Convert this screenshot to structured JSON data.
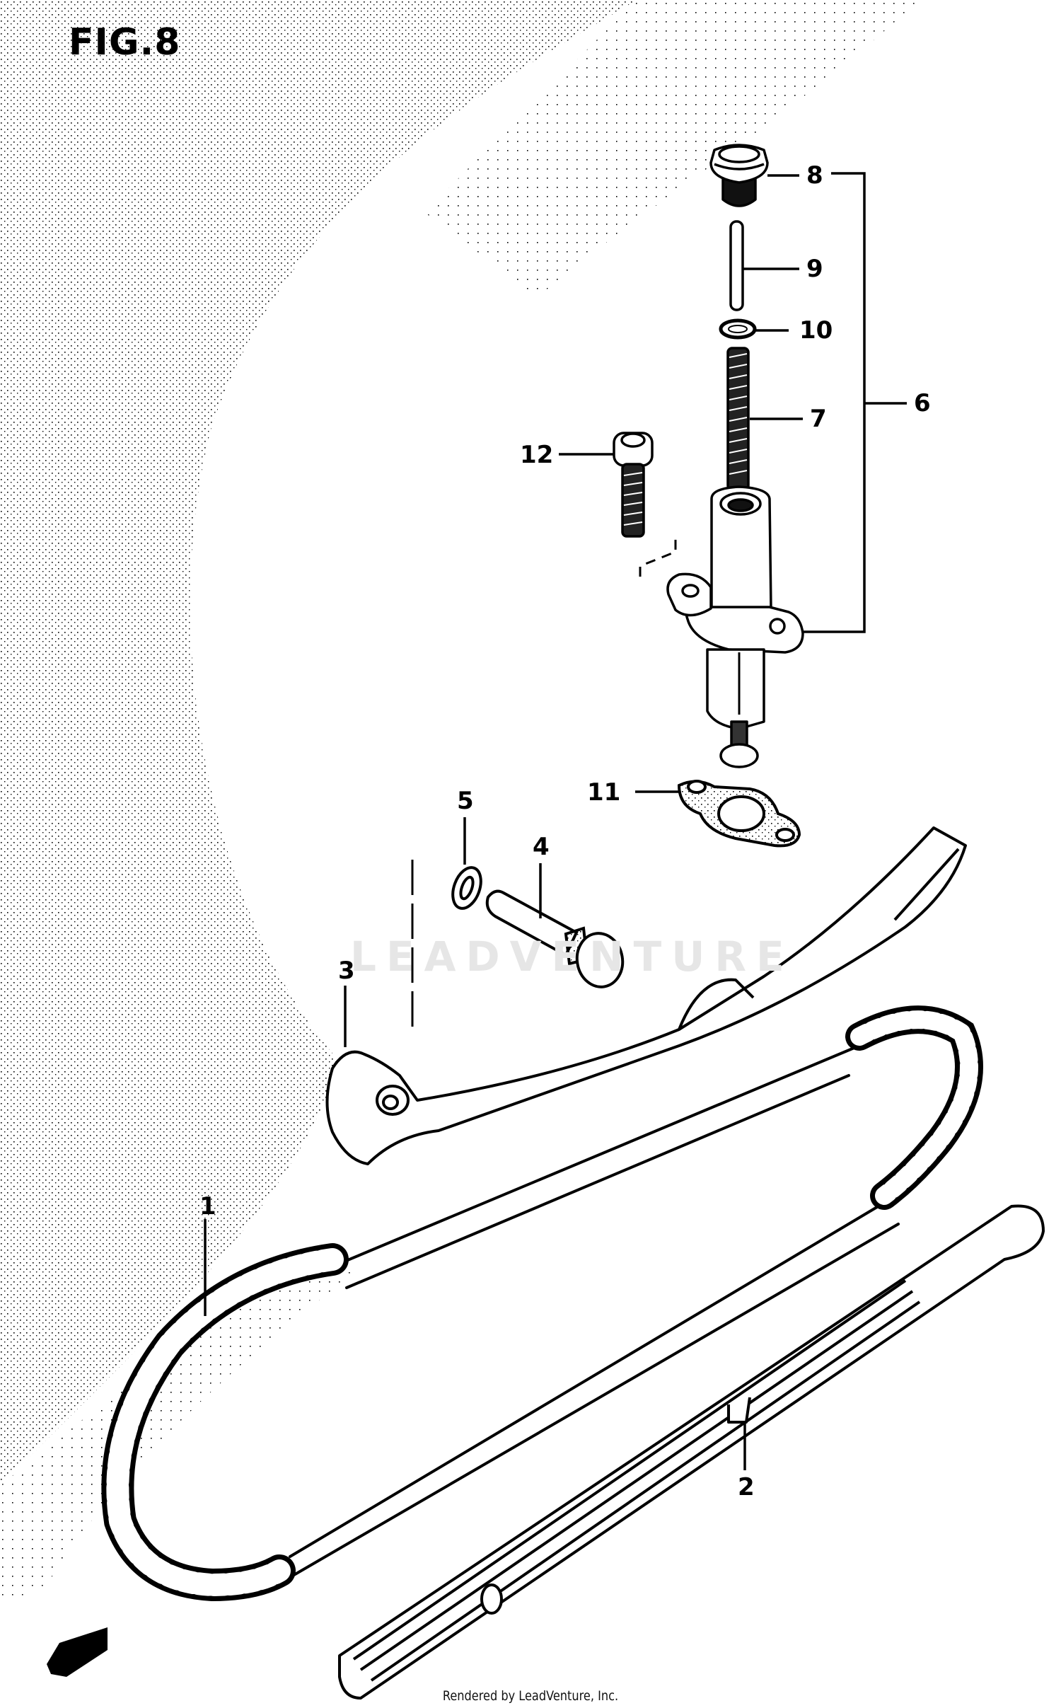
{
  "diagram": {
    "figure_label": "FIG.8",
    "watermark_text": "LEADVENTURE",
    "footer_text": "Rendered by LeadVenture, Inc.",
    "direction_arrow": "front-arrow-icon",
    "colors": {
      "ink": "#000000",
      "paper": "#ffffff",
      "watermark": "#e6e6e6"
    },
    "callouts": [
      {
        "number": "1",
        "part": "cam-chain"
      },
      {
        "number": "2",
        "part": "chain-guide"
      },
      {
        "number": "3",
        "part": "chain-tensioner-guide"
      },
      {
        "number": "4",
        "part": "pivot-bolt"
      },
      {
        "number": "5",
        "part": "washer"
      },
      {
        "number": "6",
        "part": "tensioner-assembly"
      },
      {
        "number": "7",
        "part": "spring"
      },
      {
        "number": "8",
        "part": "cap-bolt"
      },
      {
        "number": "9",
        "part": "pin"
      },
      {
        "number": "10",
        "part": "o-ring"
      },
      {
        "number": "11",
        "part": "gasket"
      },
      {
        "number": "12",
        "part": "mounting-bolt"
      }
    ]
  }
}
